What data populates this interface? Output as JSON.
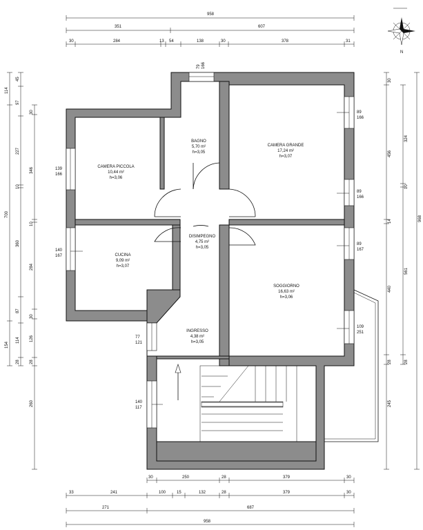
{
  "dimensions": {
    "top": [
      {
        "name": "total",
        "labels": [
          "958"
        ]
      },
      {
        "name": "mid",
        "labels": [
          "351",
          "607"
        ]
      },
      {
        "name": "detail",
        "labels": [
          "30",
          "284",
          "13",
          "54",
          "138",
          "30",
          "378",
          "31"
        ]
      }
    ],
    "bottom": [
      {
        "name": "inner",
        "labels": [
          "30",
          "250",
          "28",
          "379",
          "30"
        ]
      },
      {
        "name": "detail",
        "labels": [
          "33",
          "241",
          "100",
          "15",
          "132",
          "28",
          "379",
          "30"
        ]
      },
      {
        "name": "mid",
        "labels": [
          "271",
          "687"
        ]
      },
      {
        "name": "total",
        "labels": [
          "958"
        ]
      }
    ],
    "left": [
      {
        "name": "total",
        "labels": [
          "114",
          "700",
          "154"
        ]
      },
      {
        "name": "mid",
        "labels": [
          "45",
          "97",
          "227",
          "10",
          "360",
          "87",
          "114",
          "28"
        ]
      },
      {
        "name": "detail",
        "labels": [
          "30",
          "346",
          "10",
          "284",
          "30",
          "126",
          "28",
          "260"
        ]
      }
    ],
    "right": [
      {
        "name": "total",
        "labels": [
          "968"
        ]
      },
      {
        "name": "mid",
        "labels": [
          "30",
          "456",
          "14",
          "440",
          "28",
          "245"
        ]
      },
      {
        "name": "detail",
        "labels": [
          "324",
          "10",
          "561",
          "28"
        ]
      }
    ]
  },
  "rooms": [
    {
      "name": "CAMERA PICCOLA",
      "area": "10,44 m²",
      "height": "h=3,06"
    },
    {
      "name": "BAGNO",
      "area": "5,70 m²",
      "height": "h=3,05"
    },
    {
      "name": "CAMERA GRANDE",
      "area": "17,24 m²",
      "height": "h=3,07"
    },
    {
      "name": "DISIMPEGNO",
      "area": "4,75 m²",
      "height": "h=3,05"
    },
    {
      "name": "CUCINA",
      "area": "9,09 m²",
      "height": "h=3,07"
    },
    {
      "name": "SOGGIORNO",
      "area": "16,63 m²",
      "height": "h=3,06"
    },
    {
      "name": "INGRESSO",
      "area": "4,38 m²",
      "height": "h=3,05"
    }
  ],
  "windows": [
    {
      "w": "79",
      "h": "166"
    },
    {
      "w": "139",
      "h": "166"
    },
    {
      "w": "89",
      "h": "166"
    },
    {
      "w": "89",
      "h": "166"
    },
    {
      "w": "140",
      "h": "167"
    },
    {
      "w": "89",
      "h": "167"
    },
    {
      "w": "109",
      "h": "251"
    },
    {
      "w": "77",
      "h": "121"
    },
    {
      "w": "140",
      "h": "117"
    }
  ],
  "compass": {
    "north_label": "N",
    "icon": "compass-rose-icon"
  }
}
